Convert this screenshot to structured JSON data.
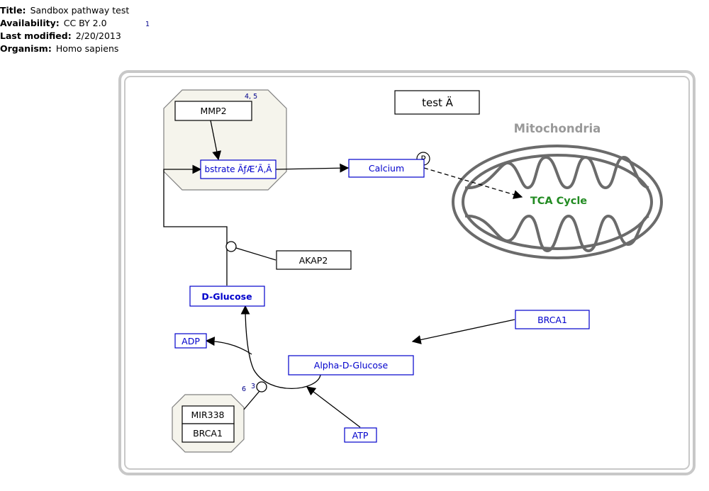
{
  "meta": {
    "title_label": "Title:",
    "title": "Sandbox pathway test",
    "availability_label": "Availability:",
    "availability": "CC BY 2.0",
    "availability_ref": "1",
    "modified_label": "Last modified:",
    "modified": "2/20/2013",
    "organism_label": "Organism:",
    "organism": "Homo sapiens"
  },
  "nodes": {
    "mmp2": "MMP2",
    "substrate": "bstrate ÃƒÆ’Ã‚Â",
    "calcium": "Calcium",
    "akap2": "AKAP2",
    "dglucose": "D-Glucose",
    "adp": "ADP",
    "alpha": "Alpha-D-Glucose",
    "brca1_free": "BRCA1",
    "atp": "ATP",
    "mir338": "MIR338",
    "brca1_complex": "BRCA1",
    "test_label": "test Ä",
    "mitochondria": "Mitochondria",
    "tca": "TCA Cycle",
    "phospho": "P"
  },
  "refs": {
    "group_top": "4, 5",
    "complex_six": "6",
    "complex_three": "3"
  },
  "colors": {
    "gene_product": "#000000",
    "metabolite": "#0000cc",
    "cell_border": "#c8c8c8",
    "group_fill": "#f5f4ec",
    "mito": "#6b6b6b",
    "tca": "#228b22",
    "label_gray": "#999999",
    "ref": "#00008b"
  }
}
